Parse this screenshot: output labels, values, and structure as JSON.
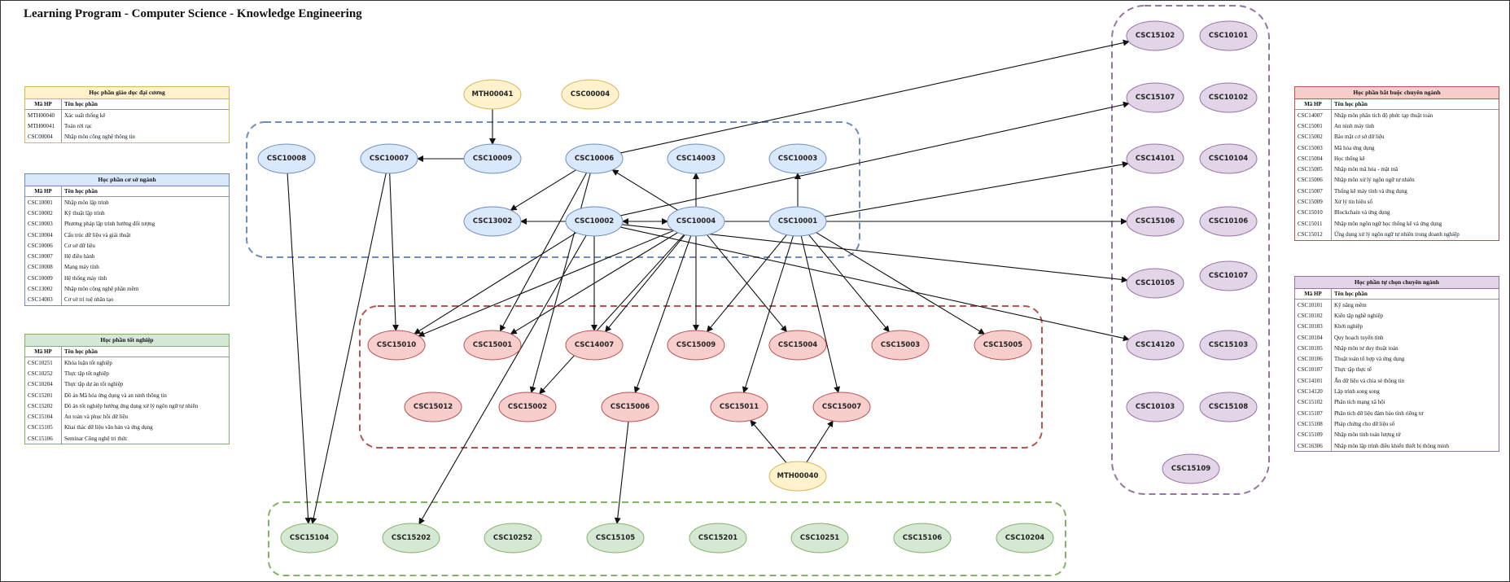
{
  "title": "Learning Program - Computer Science - Knowledge Engineering",
  "colors": {
    "yellow": {
      "fill": "#fff2cc",
      "stroke": "#d6b656"
    },
    "blue": {
      "fill": "#dae8fc",
      "stroke": "#6c8ebf"
    },
    "red": {
      "fill": "#f8cecc",
      "stroke": "#b85450"
    },
    "green": {
      "fill": "#d5e8d4",
      "stroke": "#82b366"
    },
    "purple": {
      "fill": "#e1d5e7",
      "stroke": "#9673a6"
    }
  },
  "nodes": [
    {
      "id": "MTH00041",
      "color": "yellow"
    },
    {
      "id": "CSC00004",
      "color": "yellow"
    },
    {
      "id": "MTH00040",
      "color": "yellow"
    },
    {
      "id": "CSC10008",
      "color": "blue"
    },
    {
      "id": "CSC10007",
      "color": "blue"
    },
    {
      "id": "CSC10009",
      "color": "blue"
    },
    {
      "id": "CSC10006",
      "color": "blue"
    },
    {
      "id": "CSC14003",
      "color": "blue"
    },
    {
      "id": "CSC10003",
      "color": "blue"
    },
    {
      "id": "CSC13002",
      "color": "blue"
    },
    {
      "id": "CSC10002",
      "color": "blue"
    },
    {
      "id": "CSC10004",
      "color": "blue"
    },
    {
      "id": "CSC10001",
      "color": "blue"
    },
    {
      "id": "CSC15010",
      "color": "red"
    },
    {
      "id": "CSC15001",
      "color": "red"
    },
    {
      "id": "CSC14007",
      "color": "red"
    },
    {
      "id": "CSC15009",
      "color": "red"
    },
    {
      "id": "CSC15004",
      "color": "red"
    },
    {
      "id": "CSC15003",
      "color": "red"
    },
    {
      "id": "CSC15005",
      "color": "red"
    },
    {
      "id": "CSC15012",
      "color": "red"
    },
    {
      "id": "CSC15002",
      "color": "red"
    },
    {
      "id": "CSC15006",
      "color": "red"
    },
    {
      "id": "CSC15011",
      "color": "red"
    },
    {
      "id": "CSC15007",
      "color": "red"
    },
    {
      "id": "CSC15104",
      "color": "green"
    },
    {
      "id": "CSC15202",
      "color": "green"
    },
    {
      "id": "CSC10252",
      "color": "green"
    },
    {
      "id": "CSC15105",
      "color": "green"
    },
    {
      "id": "CSC15201",
      "color": "green"
    },
    {
      "id": "CSC10251",
      "color": "green"
    },
    {
      "id": "CSC15106",
      "color": "green"
    },
    {
      "id": "CSC10204",
      "color": "green"
    },
    {
      "id": "CSC15102",
      "color": "purple"
    },
    {
      "id": "CSC10101",
      "color": "purple"
    },
    {
      "id": "CSC15107",
      "color": "purple"
    },
    {
      "id": "CSC10102",
      "color": "purple"
    },
    {
      "id": "CSC14101",
      "color": "purple"
    },
    {
      "id": "CSC10104",
      "color": "purple"
    },
    {
      "id": "CSC15106b",
      "label": "CSC15106",
      "color": "purple"
    },
    {
      "id": "CSC10106",
      "color": "purple"
    },
    {
      "id": "CSC10105",
      "color": "purple"
    },
    {
      "id": "CSC10107",
      "color": "purple"
    },
    {
      "id": "CSC14120",
      "color": "purple"
    },
    {
      "id": "CSC15103",
      "color": "purple"
    },
    {
      "id": "CSC10103",
      "color": "purple"
    },
    {
      "id": "CSC15108",
      "color": "purple"
    },
    {
      "id": "CSC15109",
      "color": "purple"
    }
  ],
  "edges": [
    [
      "MTH00041",
      "CSC10009"
    ],
    [
      "CSC10009",
      "CSC10007"
    ],
    [
      "CSC10006",
      "CSC15102"
    ],
    [
      "CSC10006",
      "CSC13002"
    ],
    [
      "CSC10006",
      "CSC15001"
    ],
    [
      "CSC10006",
      "CSC15002"
    ],
    [
      "CSC10004",
      "CSC10006"
    ],
    [
      "CSC10004",
      "CSC14003"
    ],
    [
      "CSC10001",
      "CSC10003"
    ],
    [
      "CSC10001",
      "CSC10002"
    ],
    [
      "CSC10002",
      "CSC13002"
    ],
    [
      "CSC10002",
      "CSC10004"
    ],
    [
      "CSC10002",
      "CSC15107"
    ],
    [
      "CSC10002",
      "CSC15010"
    ],
    [
      "CSC10002",
      "CSC14007"
    ],
    [
      "CSC10002",
      "CSC15202"
    ],
    [
      "CSC10002",
      "CSC10105"
    ],
    [
      "CSC10002",
      "CSC14120"
    ],
    [
      "CSC10004",
      "CSC15001"
    ],
    [
      "CSC10004",
      "CSC14007"
    ],
    [
      "CSC10004",
      "CSC15009"
    ],
    [
      "CSC10004",
      "CSC15004"
    ],
    [
      "CSC10004",
      "CSC15006"
    ],
    [
      "CSC10004",
      "CSC15002"
    ],
    [
      "CSC10004",
      "CSC15010"
    ],
    [
      "CSC10001",
      "CSC14101"
    ],
    [
      "CSC10001",
      "CSC15106b"
    ],
    [
      "CSC10001",
      "CSC15009"
    ],
    [
      "CSC10001",
      "CSC15011"
    ],
    [
      "CSC10001",
      "CSC15007"
    ],
    [
      "CSC10001",
      "CSC15003"
    ],
    [
      "CSC10001",
      "CSC15005"
    ],
    [
      "CSC10007",
      "CSC15010"
    ],
    [
      "CSC10007",
      "CSC15104"
    ],
    [
      "CSC10008",
      "CSC15104"
    ],
    [
      "CSC15006",
      "CSC15105"
    ],
    [
      "MTH00040",
      "CSC15011"
    ],
    [
      "MTH00040",
      "CSC15007"
    ]
  ],
  "tables": [
    {
      "id": "general",
      "caption": "Học phần giáo dục đại cương",
      "color": "yellow",
      "header": [
        "Mã HP",
        "Tên học phần"
      ],
      "rows": [
        [
          "MTH00040",
          "Xác suất thống kê"
        ],
        [
          "MTH00041",
          "Toán rời rạc"
        ],
        [
          "CSC00004",
          "Nhập môn công nghệ thông tin"
        ]
      ]
    },
    {
      "id": "foundation",
      "caption": "Học phần cơ sở ngành",
      "color": "blue",
      "header": [
        "Mã HP",
        "Tên học phần"
      ],
      "rows": [
        [
          "CSC10001",
          "Nhập môn lập trình"
        ],
        [
          "CSC10002",
          "Kỹ thuật lập trình"
        ],
        [
          "CSC10003",
          "Phương pháp lập trình hướng đối tượng"
        ],
        [
          "CSC10004",
          "Cấu trúc dữ liệu và giải thuật"
        ],
        [
          "CSC10006",
          "Cơ sở dữ liệu"
        ],
        [
          "CSC10007",
          "Hệ điều hành"
        ],
        [
          "CSC10008",
          "Mạng máy tính"
        ],
        [
          "CSC10009",
          "Hệ thống máy tính"
        ],
        [
          "CSC13002",
          "Nhập môn công nghệ phần mềm"
        ],
        [
          "CSC14003",
          "Cơ sở trí tuệ nhân tạo"
        ]
      ]
    },
    {
      "id": "graduation",
      "caption": "Học phần tốt nghiệp",
      "color": "green",
      "header": [
        "Mã HP",
        "Tên học phần"
      ],
      "rows": [
        [
          "CSC10251",
          "Khóa luận tốt nghiệp"
        ],
        [
          "CSC10252",
          "Thực tập tốt nghiệp"
        ],
        [
          "CSC10204",
          "Thực tập dự án tốt nghiệp"
        ],
        [
          "CSC15201",
          "Đồ án Mã hóa ứng dụng và an ninh thông tin"
        ],
        [
          "CSC15202",
          "Đồ án tốt nghiệp hướng ứng dụng xử lý ngôn ngữ tự nhiên"
        ],
        [
          "CSC15104",
          "An toàn và phục hồi dữ liệu"
        ],
        [
          "CSC15105",
          "Khai thác dữ liệu văn bản và ứng dụng"
        ],
        [
          "CSC15106",
          "Seminar Công nghệ tri thức"
        ]
      ]
    },
    {
      "id": "required",
      "caption": "Học phần bắt buộc chuyên ngành",
      "color": "red",
      "header": [
        "Mã HP",
        "Tên học phần"
      ],
      "rows": [
        [
          "CSC14007",
          "Nhập môn phân tích độ phức tạp thuật toán"
        ],
        [
          "CSC15001",
          "An ninh máy tính"
        ],
        [
          "CSC15002",
          "Bảo mật cơ sở dữ liệu"
        ],
        [
          "CSC15003",
          "Mã hóa ứng dụng"
        ],
        [
          "CSC15004",
          "Học thống kê"
        ],
        [
          "CSC15005",
          "Nhập môn mã hóa - mật mã"
        ],
        [
          "CSC15006",
          "Nhập môn xử lý ngôn ngữ tự nhiên"
        ],
        [
          "CSC15007",
          "Thống kê máy tính và ứng dụng"
        ],
        [
          "CSC15009",
          "Xử lý tín hiệu số"
        ],
        [
          "CSC15010",
          "Blockchain và ứng dụng"
        ],
        [
          "CSC15011",
          "Nhập môn ngôn ngữ học thống kê và ứng dụng"
        ],
        [
          "CSC15012",
          "Ứng dụng xử lý ngôn ngữ tự nhiên trong doanh nghiệp"
        ]
      ]
    },
    {
      "id": "elective",
      "caption": "Học phần tự chọn chuyên ngành",
      "color": "purple",
      "header": [
        "Mã HP",
        "Tên học phần"
      ],
      "rows": [
        [
          "CSC10101",
          "Kỹ năng mềm"
        ],
        [
          "CSC10102",
          "Kiến tập nghề nghiệp"
        ],
        [
          "CSC10103",
          "Khởi nghiệp"
        ],
        [
          "CSC10104",
          "Quy hoạch tuyến tính"
        ],
        [
          "CSC10105",
          "Nhập môn tư duy thuật toán"
        ],
        [
          "CSC10106",
          "Thuật toán tổ hợp và ứng dụng"
        ],
        [
          "CSC10107",
          "Thực tập thực tế"
        ],
        [
          "CSC14101",
          "Ẩn dữ liệu và chia sẻ thông tin"
        ],
        [
          "CSC14120",
          "Lập trình song song"
        ],
        [
          "CSC15102",
          "Phân tích mạng xã hội"
        ],
        [
          "CSC15107",
          "Phân tích dữ liệu đảm bảo tính riêng tư"
        ],
        [
          "CSC15108",
          "Pháp chứng cho dữ liệu số"
        ],
        [
          "CSC15109",
          "Nhập môn tính toán lượng tử"
        ],
        [
          "CSC16306",
          "Nhập môn lập trình điều khiển thiết bị thông minh"
        ]
      ]
    }
  ]
}
